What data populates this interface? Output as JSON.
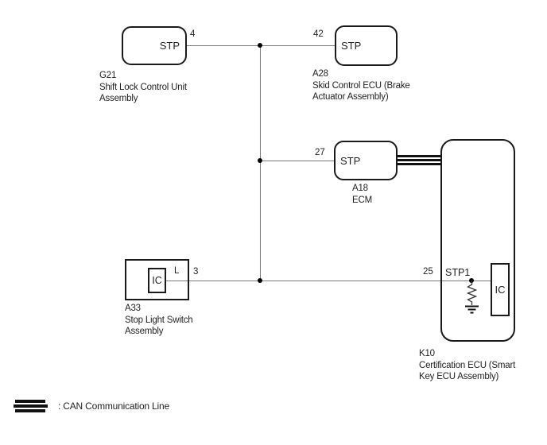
{
  "components": {
    "g21": {
      "code": "G21",
      "line1": "Shift Lock Control Unit",
      "line2": "Assembly",
      "port": "STP",
      "pin": "4"
    },
    "a28": {
      "code": "A28",
      "line1": "Skid Control ECU (Brake",
      "line2": "Actuator Assembly)",
      "port": "STP",
      "pin": "42"
    },
    "a18": {
      "code": "A18",
      "line1": "ECM",
      "port": "STP",
      "pin": "27"
    },
    "a33": {
      "code": "A33",
      "line1": "Stop Light Switch",
      "line2": "Assembly",
      "ic": "IC",
      "terminal": "L",
      "pin": "3"
    },
    "k10": {
      "code": "K10",
      "line1": "Certification ECU (Smart",
      "line2": "Key ECU Assembly)",
      "port": "STP1",
      "pin": "25",
      "ic": "IC"
    }
  },
  "legend": {
    "label": ": CAN Communication Line"
  },
  "colors": {
    "bg": "#ffffff",
    "wire": "#7a7a7a",
    "border": "#1a1a1a",
    "text": "#1f1f1f",
    "busline": "#111111"
  }
}
